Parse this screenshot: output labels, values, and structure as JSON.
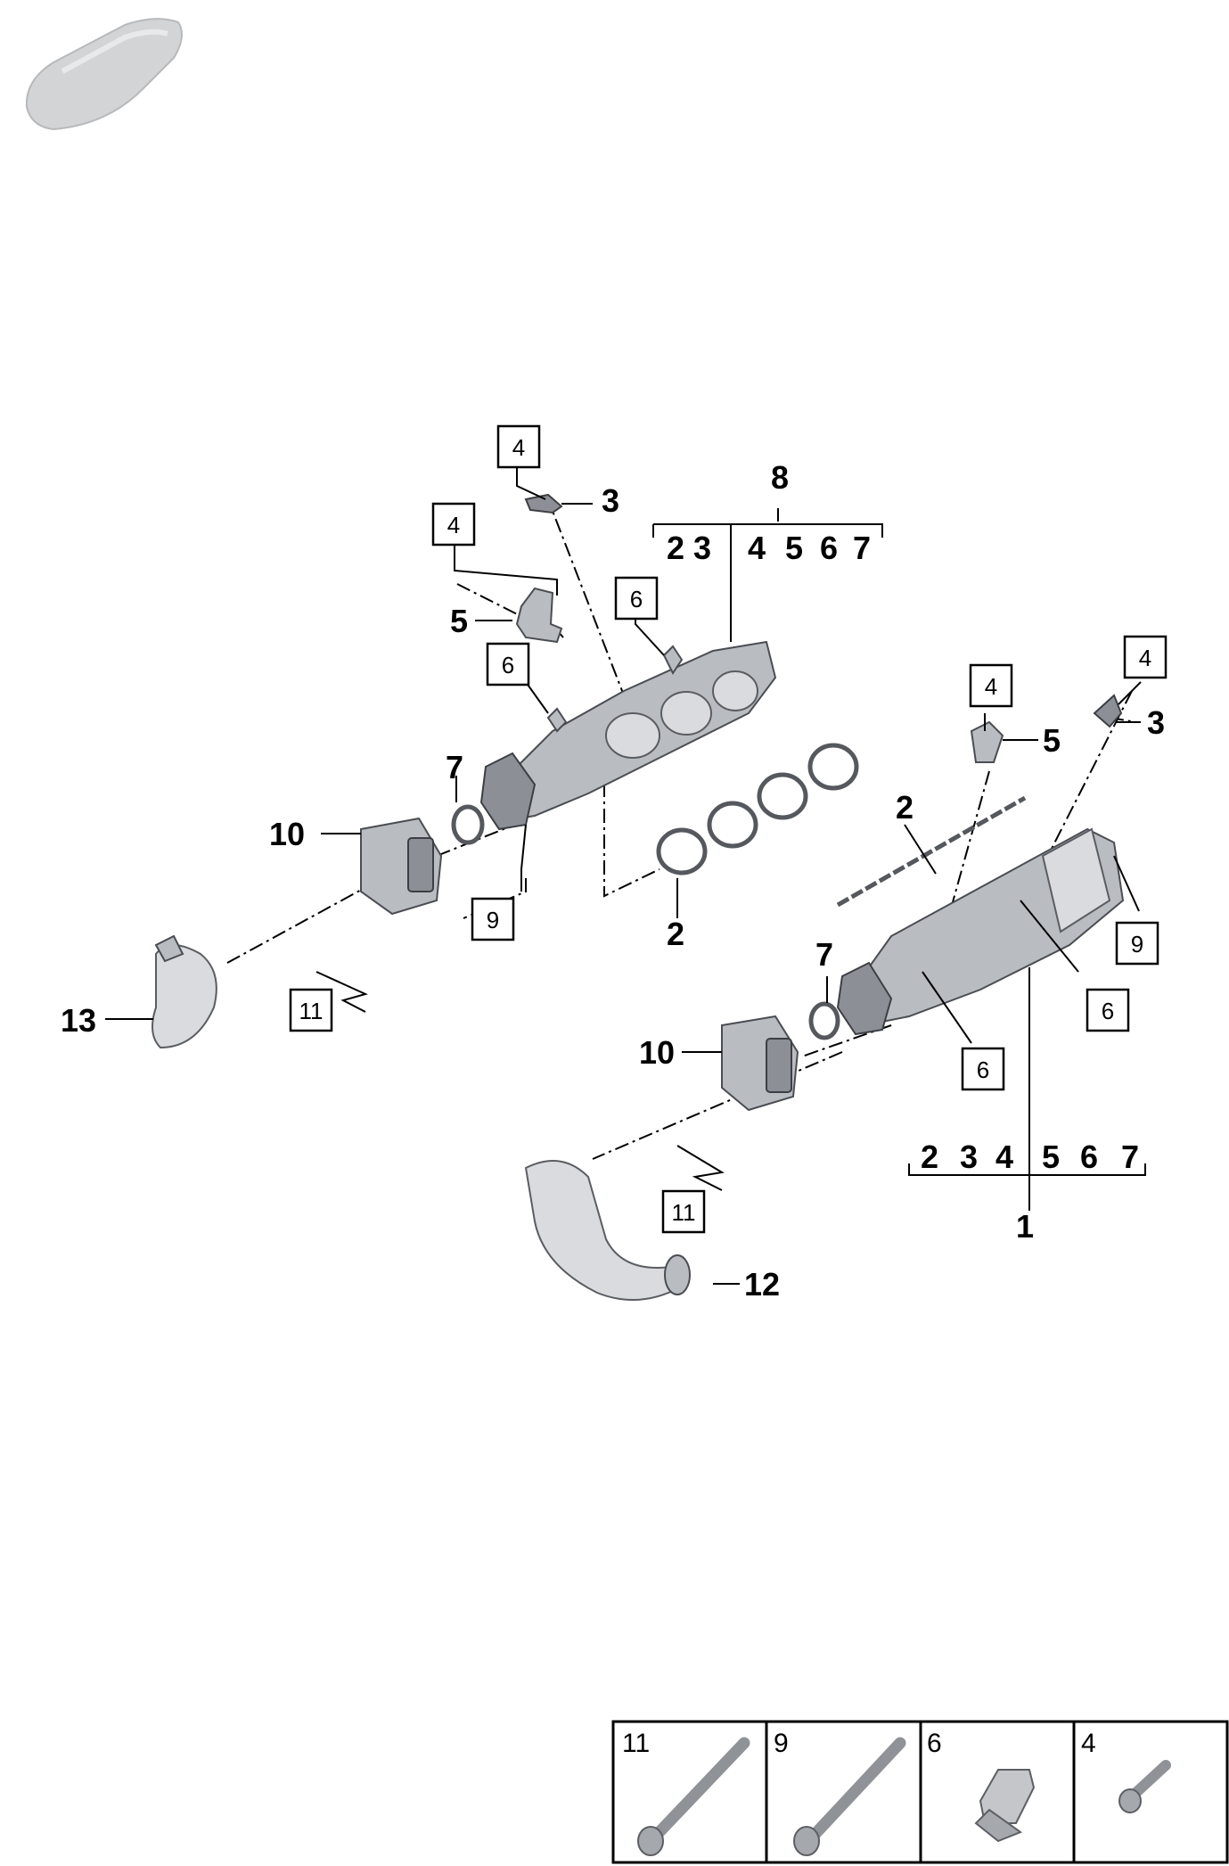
{
  "callouts": {
    "c1": "1",
    "c2_left": "2",
    "c2_right": "2",
    "c3_left": "3",
    "c3_right": "3",
    "c5_left": "5",
    "c5_right": "5",
    "c7_left": "7",
    "c7_right": "7",
    "c8": "8",
    "c10_left": "10",
    "c10_right": "10",
    "c12": "12",
    "c13": "13"
  },
  "boxed_refs": {
    "b4_top": "4",
    "b4_mid": "4",
    "b4_r1": "4",
    "b4_r2": "4",
    "b6_left1": "6",
    "b6_left2": "6",
    "b6_r1": "6",
    "b6_r2": "6",
    "b9_left": "9",
    "b9_right": "9",
    "b11_left": "11",
    "b11_right": "11"
  },
  "bracket_8": [
    "2",
    "3",
    "4",
    "5",
    "6",
    "7"
  ],
  "bracket_1": [
    "2",
    "3",
    "4",
    "5",
    "6",
    "7"
  ],
  "legend": [
    {
      "number": "11",
      "part": "long-bolt-icon"
    },
    {
      "number": "9",
      "part": "bolt-icon"
    },
    {
      "number": "6",
      "part": "clip-icon"
    },
    {
      "number": "4",
      "part": "short-screw-icon"
    }
  ]
}
